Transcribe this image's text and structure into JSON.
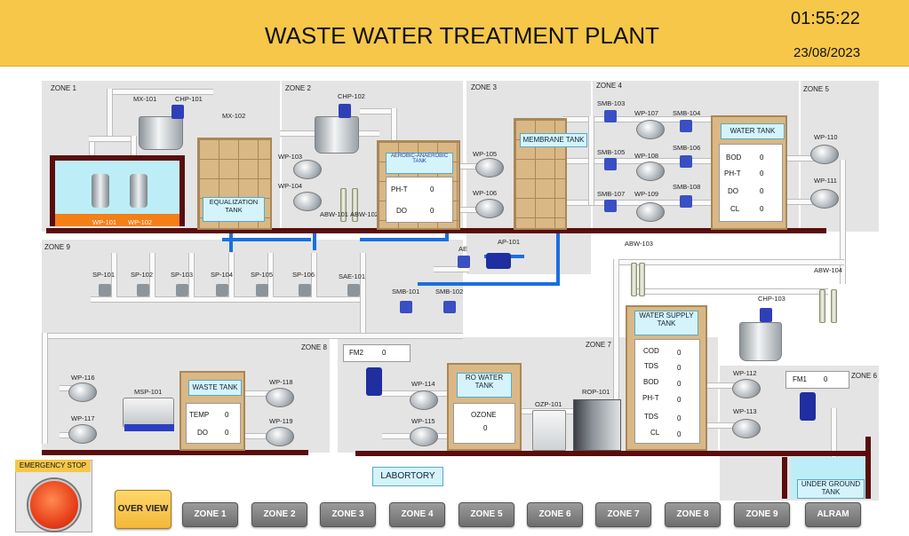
{
  "header": {
    "title": "WASTE WATER TREATMENT PLANT",
    "time": "01:55:22",
    "date": "23/08/2023"
  },
  "zones": {
    "z1": "ZONE 1",
    "z2": "ZONE 2",
    "z3": "ZONE 3",
    "z4": "ZONE 4",
    "z5": "ZONE 5",
    "z6": "ZONE 6",
    "z7": "ZONE 7",
    "z8": "ZONE 8",
    "z9": "ZONE 9"
  },
  "equipment": {
    "mx101": "MX-101",
    "chp101": "CHP-101",
    "mx102": "MX-102",
    "wp101": "WP-101",
    "wp102": "WP-102",
    "chp102": "CHP-102",
    "wp103": "WP-103",
    "wp104": "WP-104",
    "abw101": "ABW-101",
    "abw102": "ABW-102",
    "wp105": "WP-105",
    "wp106": "WP-106",
    "ae": "AE",
    "ap101": "AP-101",
    "smb103": "SMB-103",
    "smb104": "SMB-104",
    "smb105": "SMB-105",
    "smb106": "SMB-106",
    "smb107": "SMB-107",
    "smb108": "SMB-108",
    "wp107": "WP-107",
    "wp108": "WP-108",
    "wp109": "WP-109",
    "wp110": "WP-110",
    "wp111": "WP-111",
    "abw103": "ABW-103",
    "abw104": "ABW-104",
    "chp103": "CHP-103",
    "sp101": "SP-101",
    "sp102": "SP-102",
    "sp103": "SP-103",
    "sp104": "SP-104",
    "sp105": "SP-105",
    "sp106": "SP-106",
    "sae101": "SAE-101",
    "smb101": "SMB-101",
    "smb102": "SMB-102",
    "wp116": "WP-116",
    "wp117": "WP-117",
    "msp101": "MSP-101",
    "wp118": "WP-118",
    "wp119": "WP-119",
    "wp114": "WP-114",
    "wp115": "WP-115",
    "ozp101": "OZP-101",
    "rop101": "ROP-101",
    "wp112": "WP-112",
    "wp113": "WP-113"
  },
  "tanks": {
    "equalization": "EQUALIZATION TANK",
    "aerobic": "AEROBIC-ANAEROBIC TANK",
    "membrane": "MEMBRANE TANK",
    "water": "WATER TANK",
    "water_supply": "WATER SUPPLY TANK",
    "waste": "WASTE TANK",
    "ro_water": "RO WATER TANK",
    "underground": "UNDER GROUND TANK"
  },
  "readings": {
    "aerobic": {
      "pht_label": "PH-T",
      "pht": "0",
      "do_label": "DO",
      "do": "0"
    },
    "water_tank": {
      "bod_label": "BOD",
      "bod": "0",
      "pht_label": "PH-T",
      "pht": "0",
      "do_label": "DO",
      "do": "0",
      "cl_label": "CL",
      "cl": "0"
    },
    "water_supply": {
      "cod_label": "COD",
      "cod": "0",
      "tds_label": "TDS",
      "tds": "0",
      "bod_label": "BOD",
      "bod": "0",
      "pht_label": "PH-T",
      "pht": "0",
      "tds2_label": "TDS",
      "tds2": "0",
      "cl_label": "CL",
      "cl": "0"
    },
    "waste": {
      "temp_label": "TEMP",
      "temp": "0",
      "do_label": "DO",
      "do": "0"
    },
    "ro": {
      "ozone_label": "OZONE",
      "ozone": "0"
    },
    "fm2": {
      "label": "FM2",
      "value": "0"
    },
    "fm1": {
      "label": "FM1",
      "value": "0"
    }
  },
  "lab": "LABORTORY",
  "emergency": "EMERGENCY STOP",
  "nav": [
    "OVER VIEW",
    "ZONE 1",
    "ZONE 2",
    "ZONE 3",
    "ZONE 4",
    "ZONE 5",
    "ZONE 6",
    "ZONE 7",
    "ZONE 8",
    "ZONE 9",
    "ALRAM"
  ],
  "colors": {
    "header": "#f6c748",
    "water_pipe": "#1a6fe0",
    "floor": "#5a0d0d",
    "tank_label": "#d4f3fb"
  }
}
